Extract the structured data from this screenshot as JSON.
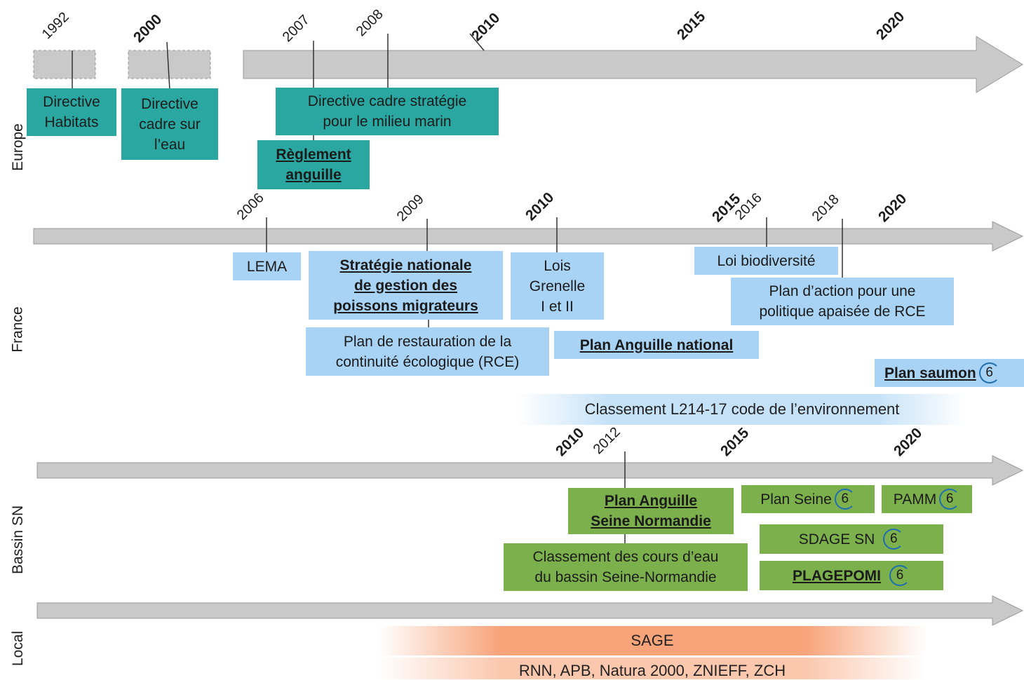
{
  "lanes": {
    "europe": "Europe",
    "france": "France",
    "bassin": "Bassin SN",
    "local": "Local"
  },
  "europe": {
    "years": [
      "1992",
      "2000",
      "2007",
      "2008",
      "2010",
      "2015",
      "2020"
    ],
    "boxes": {
      "directive_habitats": [
        "Directive",
        "Habitats"
      ],
      "directive_eau": [
        "Directive",
        "cadre sur",
        "l’eau"
      ],
      "directive_marin": [
        "Directive cadre stratégie",
        "pour le milieu marin"
      ],
      "reglement_anguille": [
        "Règlement",
        "anguille"
      ]
    }
  },
  "france": {
    "years": [
      "2006",
      "2009",
      "2010",
      "2015",
      "2016",
      "2018",
      "2020"
    ],
    "boxes": {
      "lema": "LEMA",
      "strategie": [
        "Stratégie nationale",
        "de gestion des",
        "poissons migrateurs"
      ],
      "lois_grenelle": [
        "Lois",
        "Grenelle",
        "I et II"
      ],
      "loi_biodiversite": "Loi biodiversité",
      "plan_action": [
        "Plan d’action pour une",
        "politique apaisée de RCE"
      ],
      "plan_restauration": [
        "Plan de restauration de la",
        "continuité écologique (RCE)"
      ],
      "plan_anguille_national": "Plan Anguille national",
      "plan_saumon": "Plan saumon"
    },
    "classement_band": "Classement L214-17 code de l’environnement"
  },
  "bassin": {
    "years": [
      "2010",
      "2012",
      "2015",
      "2020"
    ],
    "boxes": {
      "plan_anguille_sn": [
        "Plan Anguille",
        "Seine Normandie"
      ],
      "plan_seine": "Plan Seine",
      "pamm": "PAMM",
      "sdage": "SDAGE SN",
      "plagepomi": "PLAGEPOMI",
      "classement_cours": [
        "Classement des cours d’eau",
        "du bassin Seine-Normandie"
      ]
    }
  },
  "local": {
    "sage": "SAGE",
    "zones": "RNN, APB, Natura 2000, ZNIEFF, ZCH"
  },
  "cycle_label": "6",
  "colors": {
    "arrow": "#c9c9c9",
    "teal": "#2aa7a0",
    "blue": "#a9d3f4",
    "green": "#7bb04c",
    "orange": "#f79a6c",
    "cycle": "#1f6fb0"
  }
}
